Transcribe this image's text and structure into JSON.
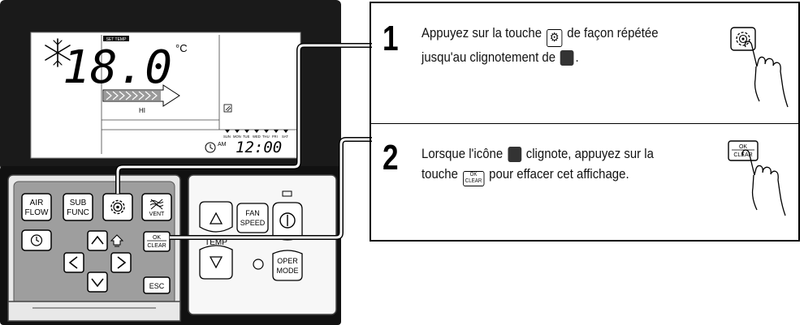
{
  "remote": {
    "lcd": {
      "set_temp_badge": "SET TEMP",
      "temperature": "18.0",
      "unit": "°C",
      "fan_level": "HI",
      "week_days": [
        "SUN",
        "MON",
        "TUE",
        "WED",
        "THU",
        "FRI",
        "SAT"
      ],
      "am_label": "AM",
      "clock": "12:00"
    },
    "buttons": {
      "air_flow": [
        "AIR",
        "FLOW"
      ],
      "sub_func": [
        "SUB",
        "FUNC"
      ],
      "settings_icon": "gear-icon",
      "vent": "VENT",
      "ok_clear": [
        "OK",
        "CLEAR"
      ],
      "esc": "ESC",
      "fan_speed": [
        "FAN",
        "SPEED"
      ],
      "temp": "TEMP",
      "oper_mode": [
        "OPER",
        "MODE"
      ]
    }
  },
  "steps": [
    {
      "number": "1",
      "text_before": "Appuyez sur la touche",
      "text_after": "de façon répétée jusqu'au clignotement de",
      "text_end": "."
    },
    {
      "number": "2",
      "text_before": "Lorsque l'icône",
      "text_middle": "clignote, appuyez sur la touche",
      "text_after": "pour effacer cet affichage."
    }
  ],
  "icons": {
    "settings": "gear-icon",
    "filter": "filter-icon",
    "ok_clear": [
      "OK",
      "CLEAR"
    ],
    "hand": "pointing-hand-icon"
  }
}
